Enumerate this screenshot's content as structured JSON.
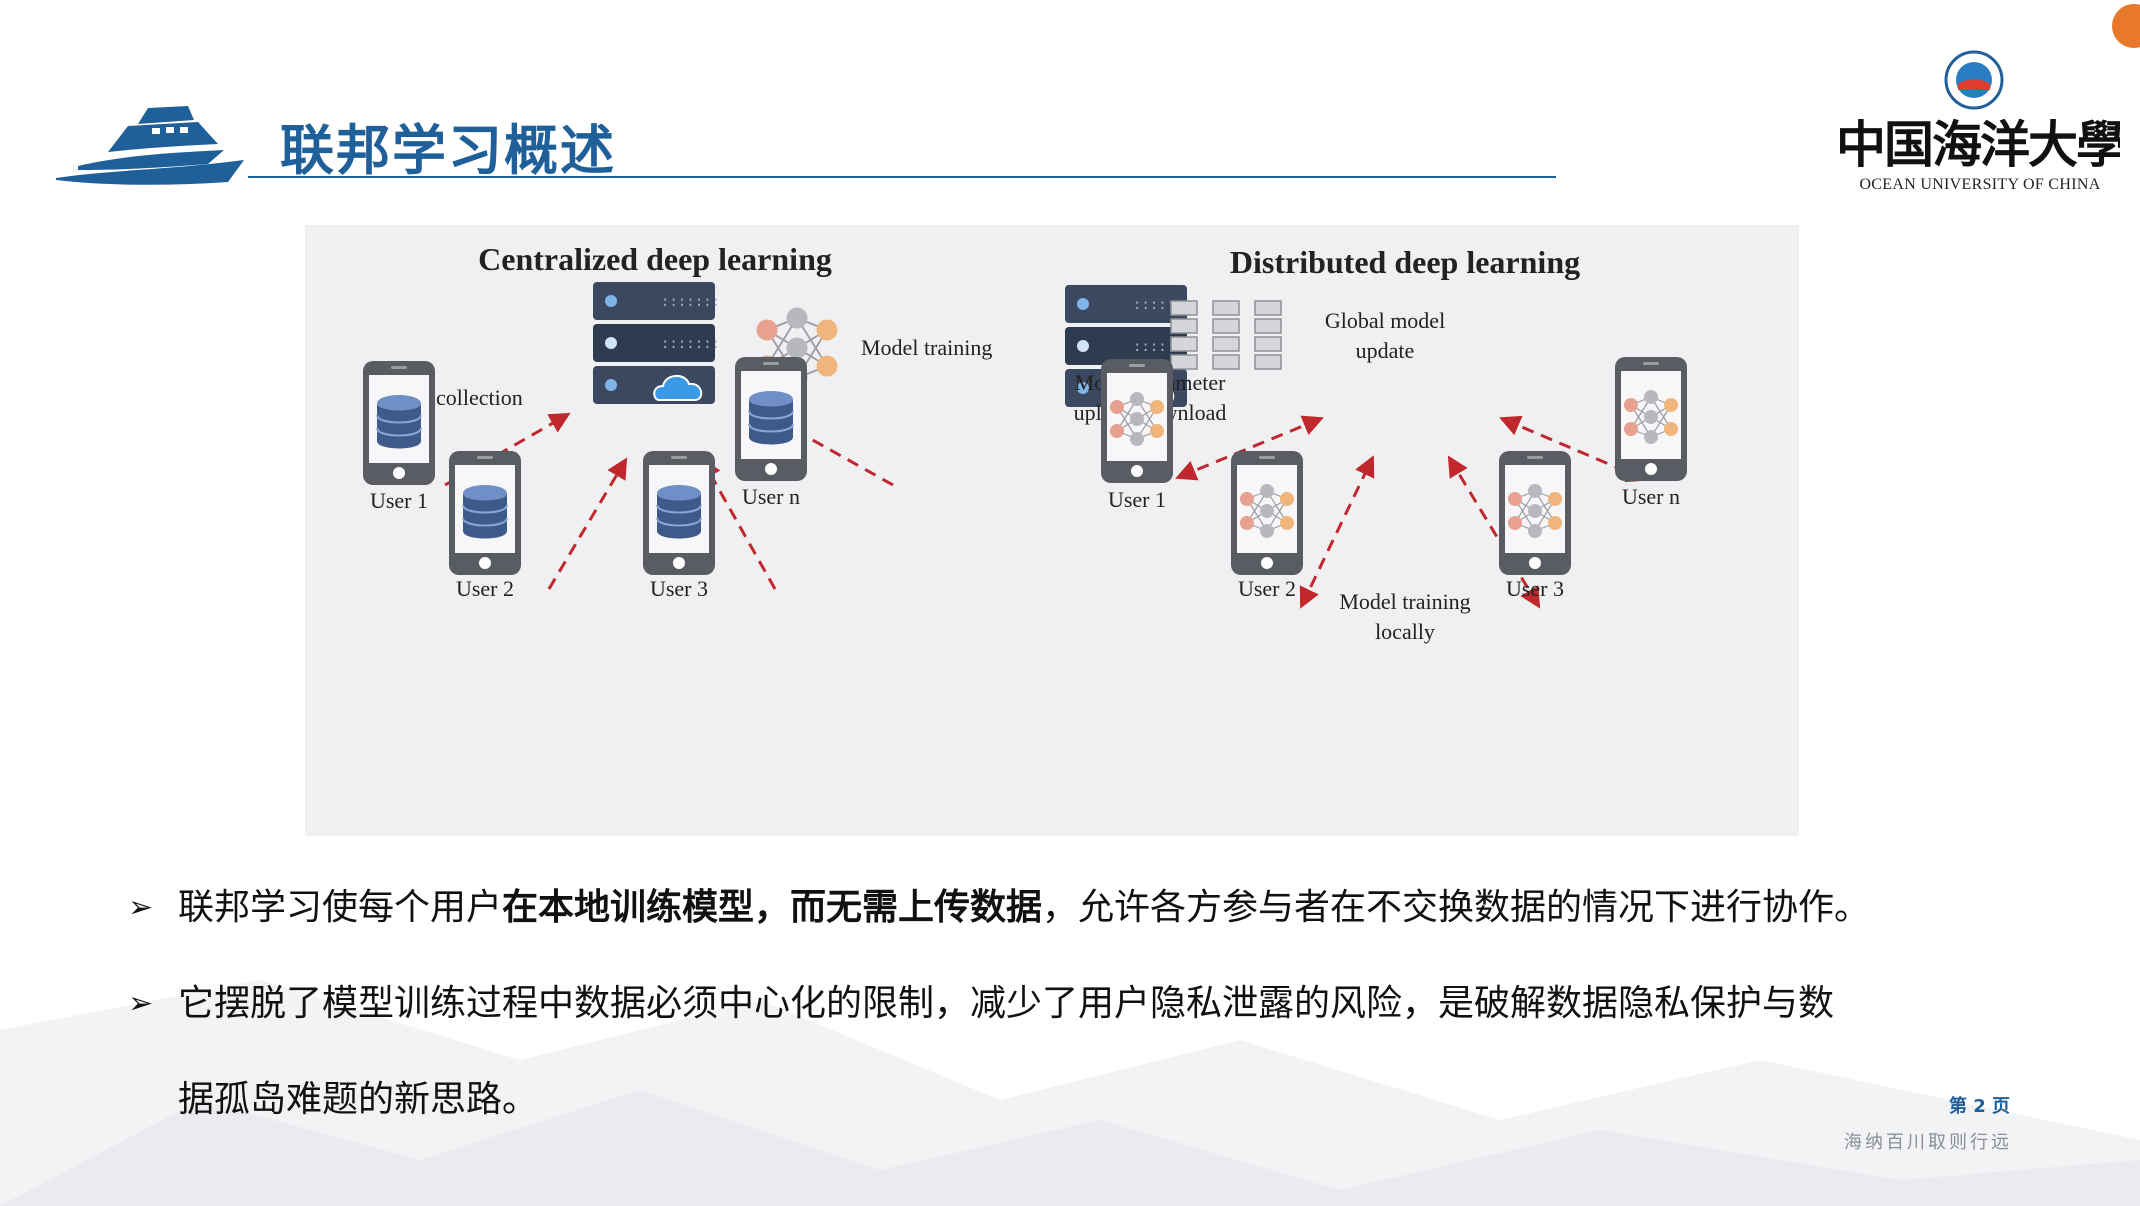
{
  "header": {
    "title": "联邦学习概述",
    "university_name_cn": "中国海洋大学",
    "university_name_en": "OCEAN  UNIVERSITY OF CHINA"
  },
  "figure": {
    "centralized": {
      "title": "Centralized deep learning",
      "data_collection": "Data collection",
      "model_training": "Model training",
      "users": [
        "User 1",
        "User 2",
        "User 3",
        "User n"
      ]
    },
    "distributed": {
      "title": "Distributed deep learning",
      "param_line1": "Model parameter",
      "param_line2": "upload/download",
      "global_line1": "Global model",
      "global_line2": "update",
      "local_line1": "Model training",
      "local_line2": "locally",
      "users": [
        "User 1",
        "User 2",
        "User 3",
        "User n"
      ]
    }
  },
  "bullets": {
    "b1_pre": "联邦学习使每个用户",
    "b1_bold": "在本地训练模型，而无需上传数据",
    "b1_post": "，允许各方参与者在不交换数据的情况下进行协作。",
    "b2_line1": "它摆脱了模型训练过程中数据必须中心化的限制，减少了用户隐私泄露的风险，是破解数据隐私保护与数",
    "b2_line2": "据孤岛难题的新思路。"
  },
  "footer": {
    "page": "第 2 页",
    "motto": "海纳百川取则行远"
  },
  "colors": {
    "title_blue": "#1f5f9a",
    "arrow_red": "#c0282d",
    "server_dark": "#2f3b4f",
    "db_blue": "#3d5a8a"
  }
}
